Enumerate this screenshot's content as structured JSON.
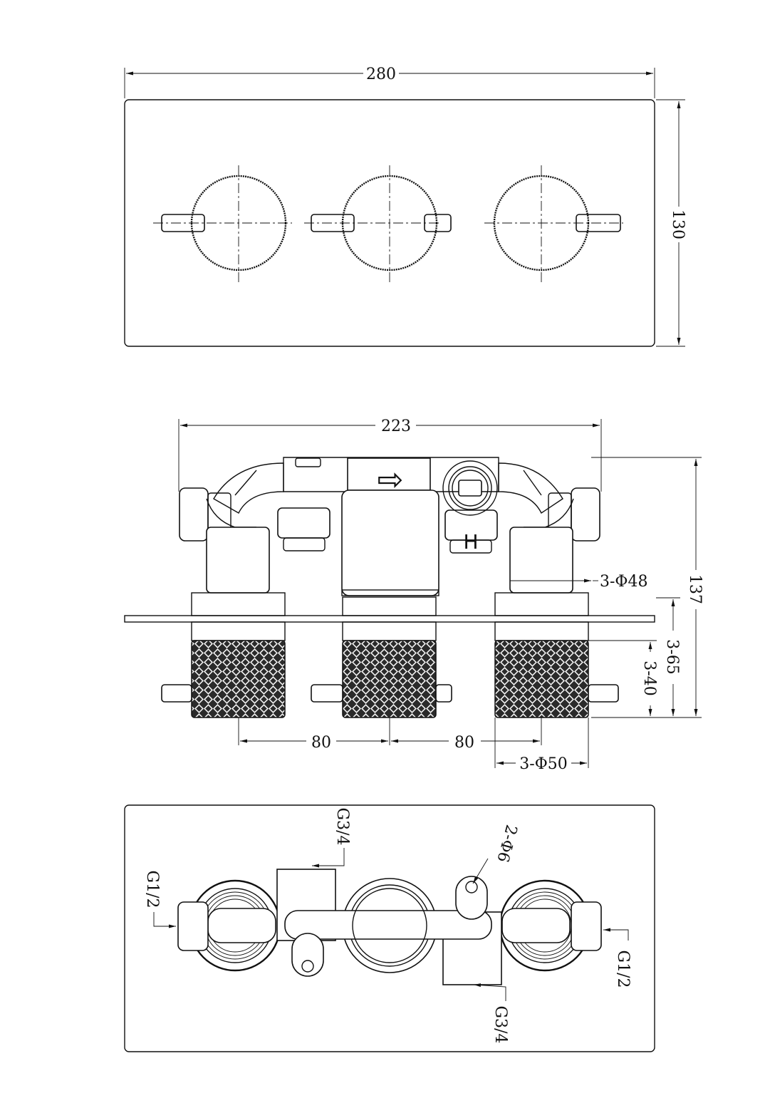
{
  "top_view": {
    "width_label": "280",
    "height_label": "130"
  },
  "side_view": {
    "body_width_label": "223",
    "depth_label": "137",
    "body_diameter_label": "3-Φ48",
    "handle_length_label": "3-65",
    "knurl_length_label": "3-40",
    "spacing_left_label": "80",
    "spacing_right_label": "80",
    "handle_diameter_label": "3-Φ50",
    "arrow_mark": "⇨",
    "hot_mark": "H"
  },
  "rear_view": {
    "inlet_left_label": "G1/2",
    "inlet_right_label": "G1/2",
    "outlet_top_label": "G3/4",
    "outlet_bottom_label": "G3/4",
    "mount_hole_label": "2-Φ6"
  }
}
